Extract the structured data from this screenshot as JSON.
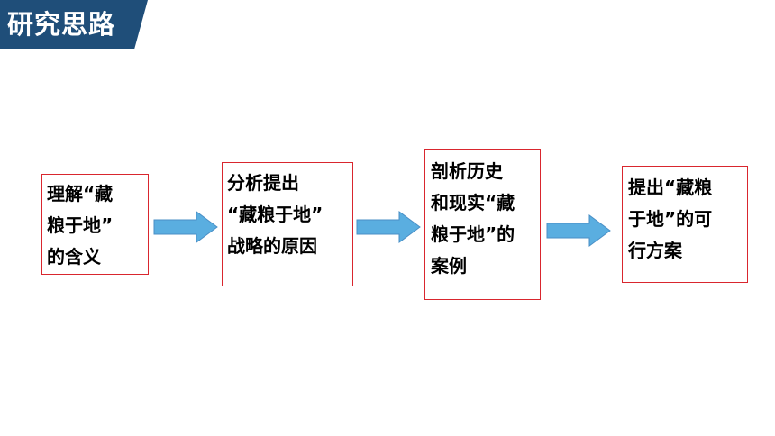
{
  "header": {
    "title": "研究思路"
  },
  "colors": {
    "banner": "#1f4e79",
    "box_border": "#d9262e",
    "arrow_fill": "#5aaee0",
    "arrow_stroke": "#4a8fc6"
  },
  "steps": [
    {
      "text": "理解“藏\n粮于地”\n的含义"
    },
    {
      "text": "分析提出\n“藏粮于地”\n战略的原因"
    },
    {
      "text": "剖析历史\n和现实“藏\n粮于地”的\n案例"
    },
    {
      "text": "提出“藏粮\n于地”的可\n行方案"
    }
  ],
  "arrows": [
    {
      "icon": "right-arrow-icon"
    },
    {
      "icon": "right-arrow-icon"
    },
    {
      "icon": "right-arrow-icon"
    }
  ]
}
